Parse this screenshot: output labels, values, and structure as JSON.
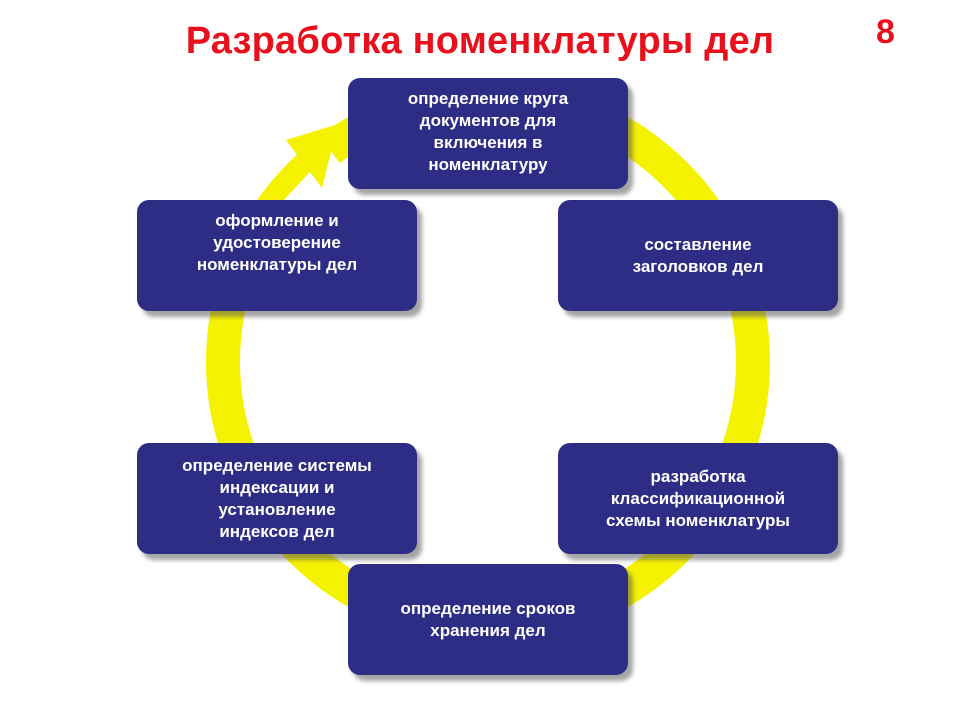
{
  "title": "Разработка номенклатуры дел",
  "slide_number": "8",
  "colors": {
    "title": "#e8101c",
    "box_fill": "#2d2d86",
    "box_text": "#ffffff",
    "cycle_ring": "#f5f200"
  },
  "steps": [
    {
      "label": "определение круга\nдокументов для\nвключения в\nноменклатуру"
    },
    {
      "label": "составление\nзаголовков  дел"
    },
    {
      "label": "разработка\nклассификационной\nсхемы номенклатуры"
    },
    {
      "label": "определение сроков\nхранения дел"
    },
    {
      "label": "определение системы\nиндексации и\nустановление\nиндексов дел"
    },
    {
      "label": "оформление и\nудостоверение\nноменклатуры дел"
    }
  ]
}
